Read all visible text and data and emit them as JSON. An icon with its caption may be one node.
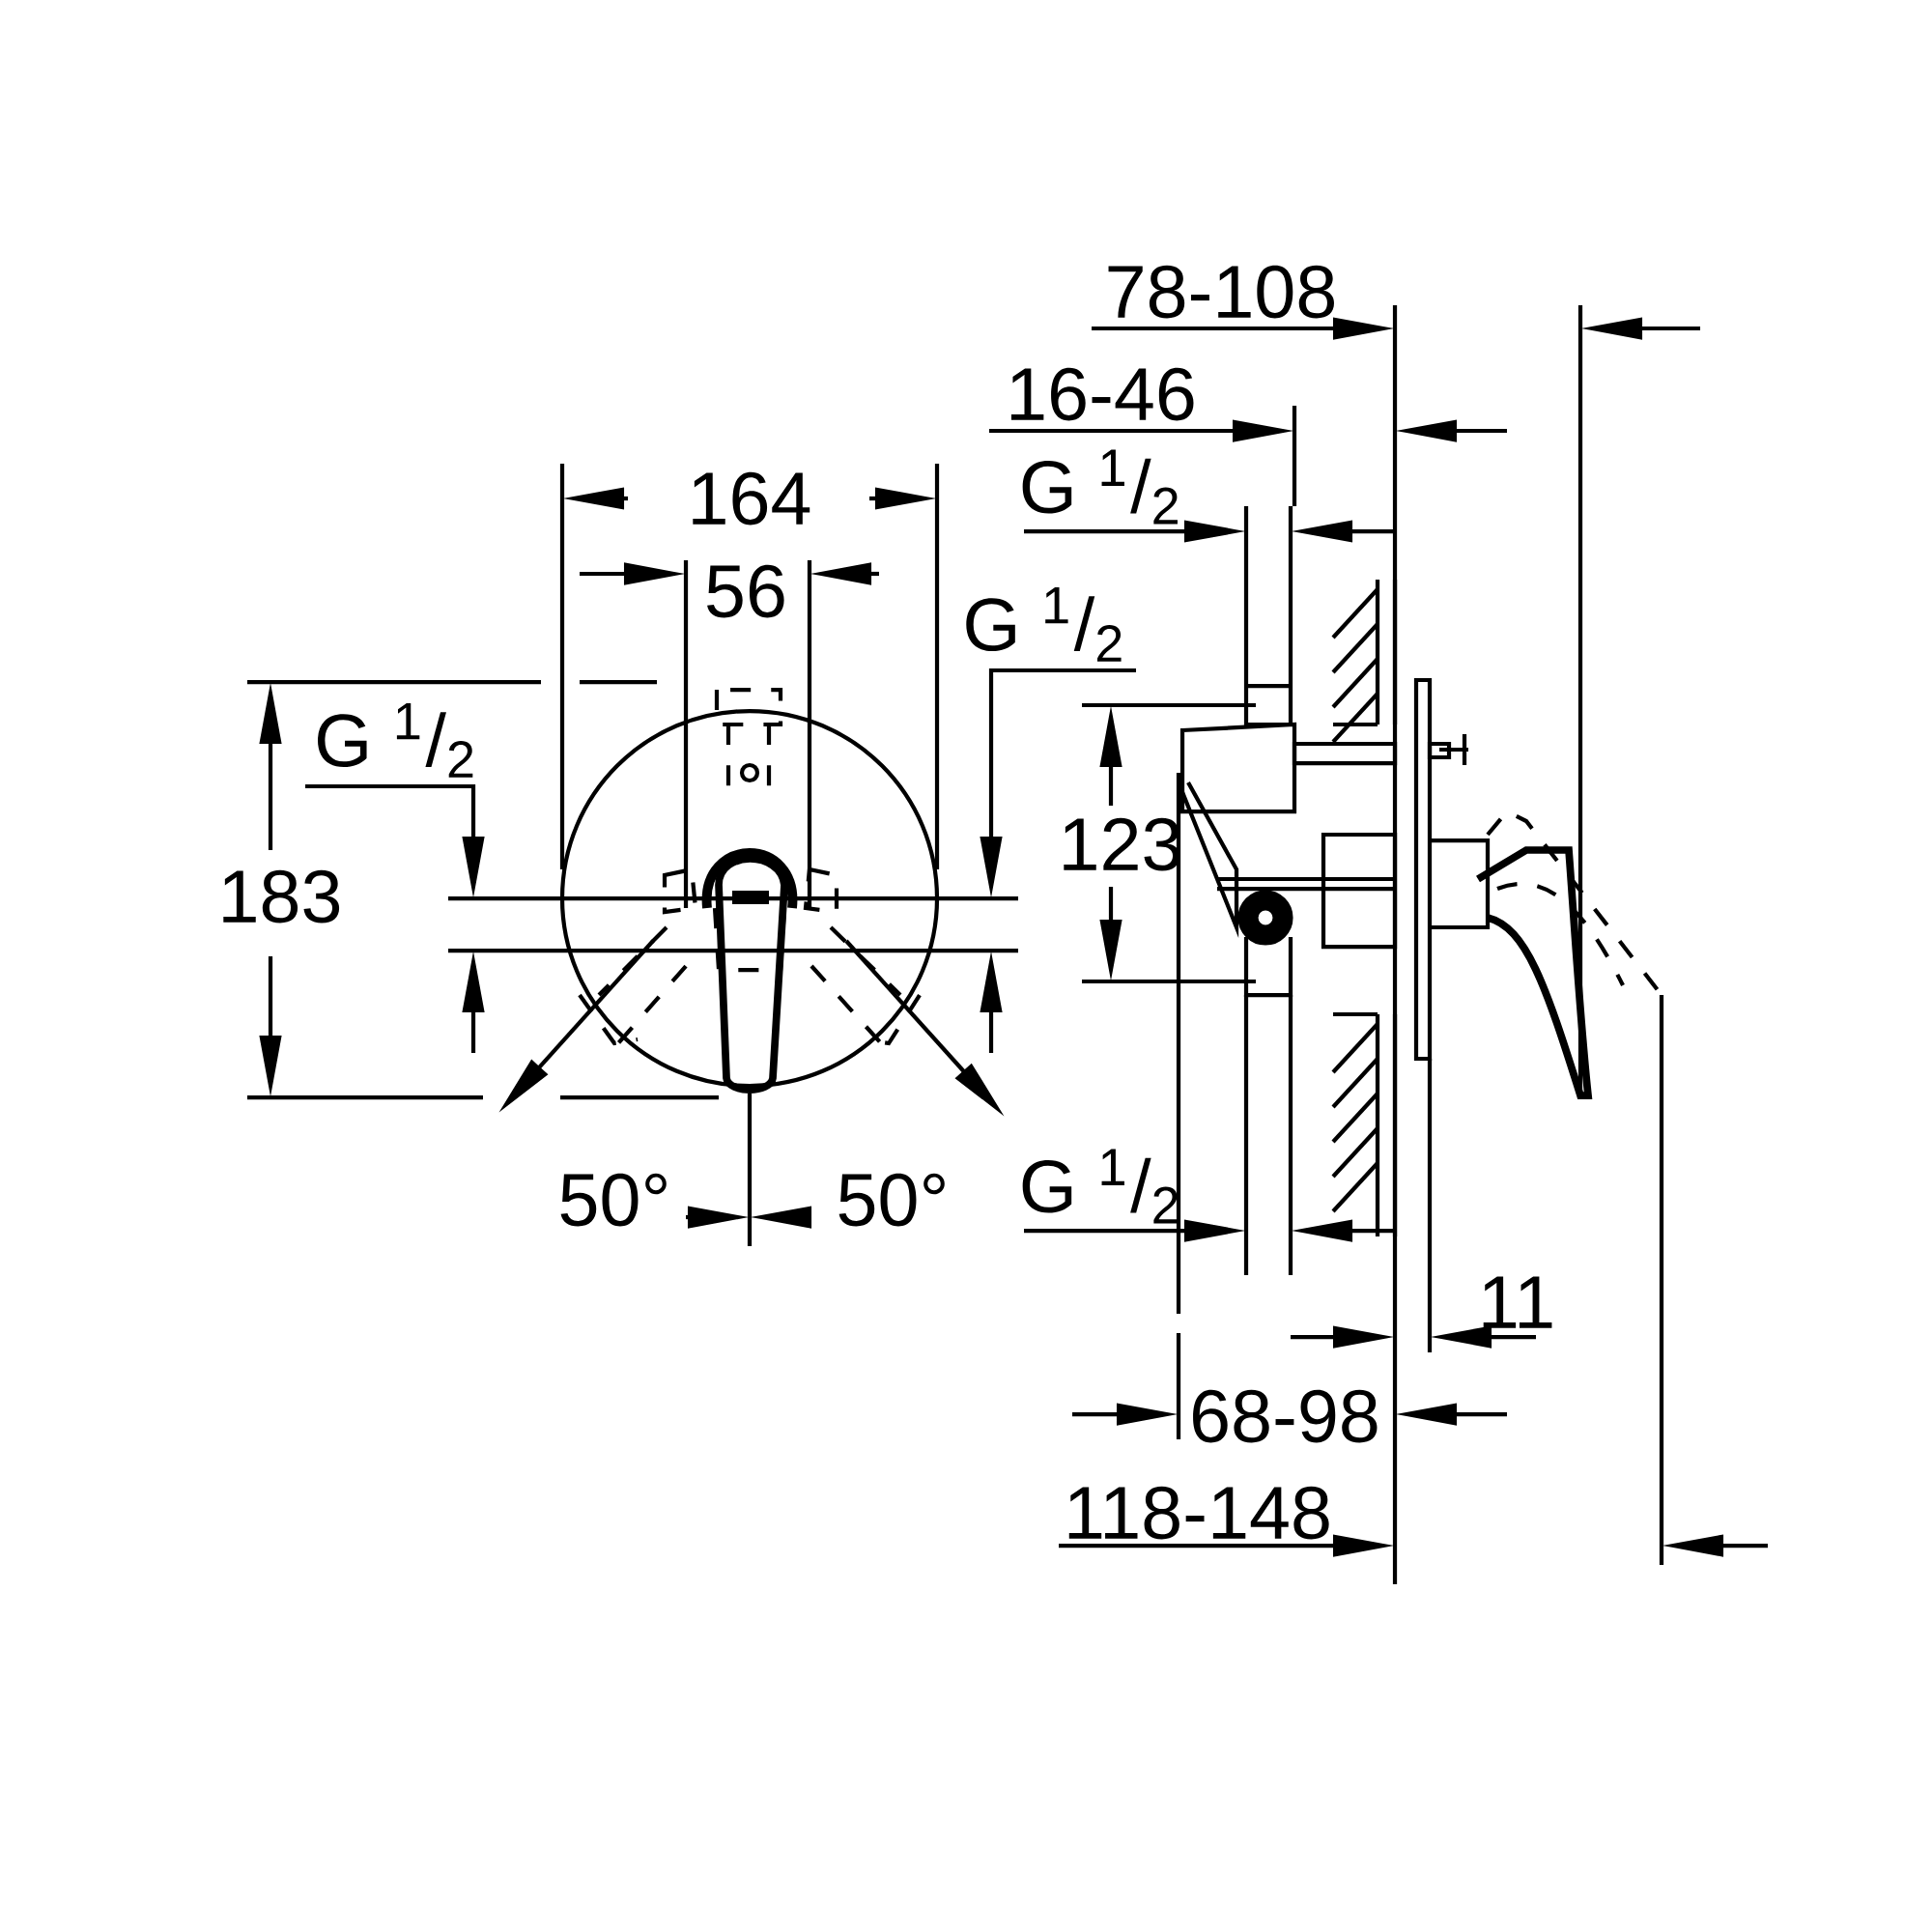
{
  "diagram": {
    "nodes": [
      {
        "text": [
          "G $^{1}$/$_{2}$"
        ]
      },
      {
        "text": [
          "G $^{1}$/$_{2}$"
        ]
      }
    ],
    "edges": [
      {
        "from": 0,
        "to": null,
        "arrow": "to"
      },
      {
        "from": 1,
        "to": null,
        "arrow": "to"
      }
    ],
    "labels": [
      "78-108",
      "16-46",
      "164",
      "G $^{1}$/$_{2}$",
      "56",
      "183",
      "123",
      "50°",
      "50°",
      "G $^{1}$/$_{2}$",
      "11",
      "68-98",
      "118-148"
    ]
  }
}
